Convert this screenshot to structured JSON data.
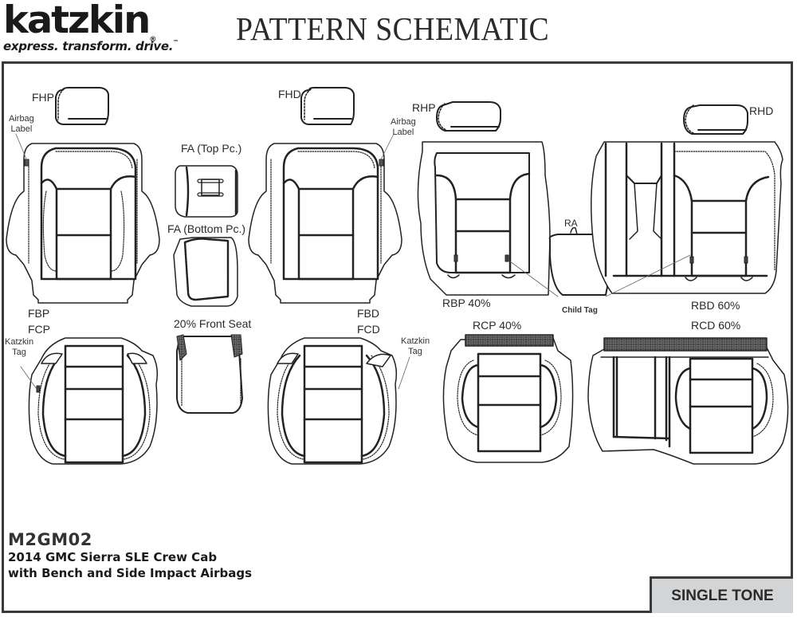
{
  "header": {
    "brand": "katzkin",
    "brand_mark": "®",
    "tagline": "express. transform. drive.",
    "tagline_mark": "™",
    "title": "PATTERN SCHEMATIC"
  },
  "parts": {
    "fhp": "FHP",
    "fhd": "FHD",
    "rhp": "RHP",
    "rhd": "RHD",
    "fa_top": "FA (Top Pc.)",
    "fa_bottom": "FA (Bottom Pc.)",
    "ra": "RA",
    "fbp": "FBP",
    "fbd": "FBD",
    "rbp": "RBP 40%",
    "rbd": "RBD 60%",
    "fcp": "FCP",
    "fcd": "FCD",
    "front_seat_20": "20% Front Seat",
    "rcp": "RCP 40%",
    "rcd": "RCD 60%"
  },
  "callouts": {
    "airbag_label_left_1": "Airbag",
    "airbag_label_left_2": "Label",
    "airbag_label_right_1": "Airbag",
    "airbag_label_right_2": "Label",
    "katzkin_tag_left_1": "Katzkin",
    "katzkin_tag_left_2": "Tag",
    "katzkin_tag_right_1": "Katzkin",
    "katzkin_tag_right_2": "Tag",
    "child_tag": "Child Tag"
  },
  "info": {
    "code": "M2GM02",
    "line1": "2014 GMC Sierra SLE Crew Cab",
    "line2": "with Bench and Side Impact Airbags"
  },
  "tone": {
    "label": "SINGLE TONE",
    "bg_color": "#d3d4d5"
  },
  "colors": {
    "ink": "#222222",
    "frame": "#3a3a3a",
    "pattern_fill": "#8a8a8a"
  }
}
